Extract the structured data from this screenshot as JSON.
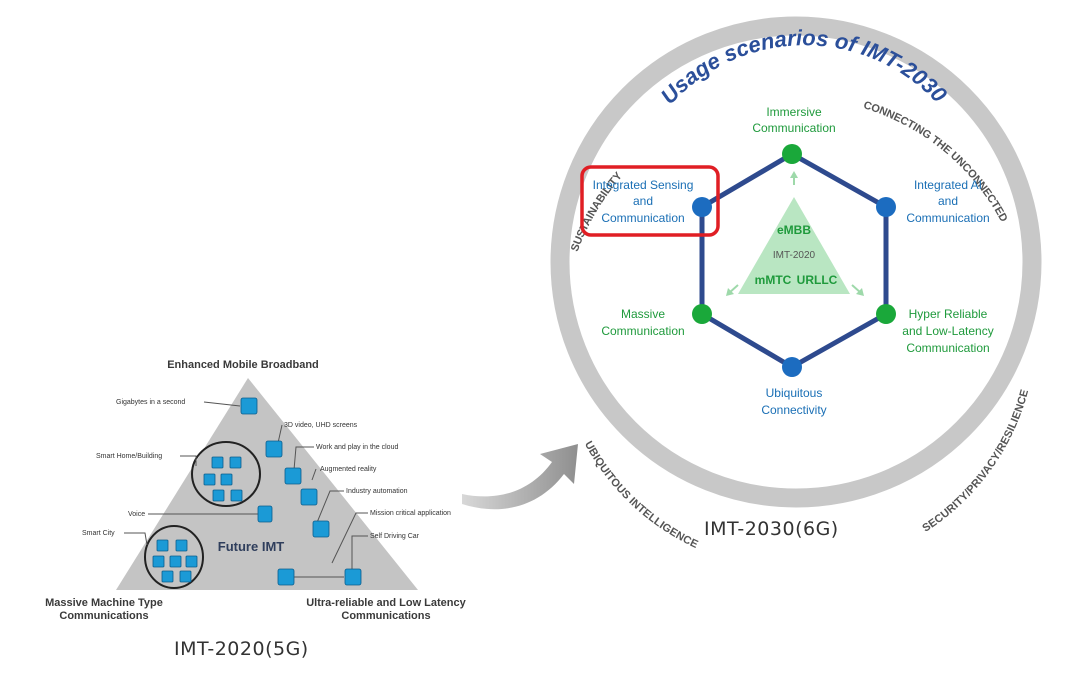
{
  "imt2020": {
    "caption": "IMT-2020(5G)",
    "top_label": "Enhanced Mobile Broadband",
    "left_label": [
      "Massive Machine Type",
      "Communications"
    ],
    "right_label": [
      "Ultra-reliable and Low Latency",
      "Communications"
    ],
    "center_label": "Future IMT",
    "annotations": {
      "gigabytes": "Gigabytes in a second",
      "video": "3D video, UHD screens",
      "cloud": "Work and play in the cloud",
      "ar": "Augmented reality",
      "industry": "Industry automation",
      "mission": "Mission critical application",
      "selfdriving": "Self Driving Car",
      "smarthome": "Smart Home/Building",
      "voice": "Voice",
      "smartcity": "Smart City"
    }
  },
  "imt2030": {
    "caption": "IMT-2030(6G)",
    "title": "Usage scenarios of IMT-2030",
    "ring_labels": {
      "sustainability": "SUSTAINABILITY",
      "unconnected": "CONNECTING THE UNCONNECTED",
      "intelligence": "UBIQUITOUS INTELLIGENCE",
      "security": "SECURITY/PRIVACY/RESILIENCE"
    },
    "scenarios": {
      "immersive": [
        "Immersive",
        "Communication"
      ],
      "sensing": [
        "Integrated Sensing",
        "and",
        "Communication"
      ],
      "ai": [
        "Integrated AI",
        "and",
        "Communication"
      ],
      "massive": [
        "Massive",
        "Communication"
      ],
      "hrllc": [
        "Hyper Reliable",
        "and Low-Latency",
        "Communication"
      ],
      "ubiquitous": [
        "Ubiquitous",
        "Connectivity"
      ]
    },
    "triangle": {
      "top": "eMBB",
      "middle": "IMT-2020",
      "left": "mMTC",
      "right": "URLLC"
    },
    "highlighted": "sensing"
  },
  "colors": {
    "ring": "#c8c8c8",
    "hex_edge": "#2e4a8e",
    "title": "#2b4f9a",
    "blue_text": "#1a6fb5",
    "green_text": "#1f9a3c",
    "blue_node": "#1c6cc0",
    "green_node": "#1aa83a",
    "triangle_fill": "#b9e6c2",
    "highlight": "#e01e24",
    "pyramid": "#c4c4c4",
    "icon": "#1b9ad6",
    "arrow": "#9a9a9a"
  }
}
